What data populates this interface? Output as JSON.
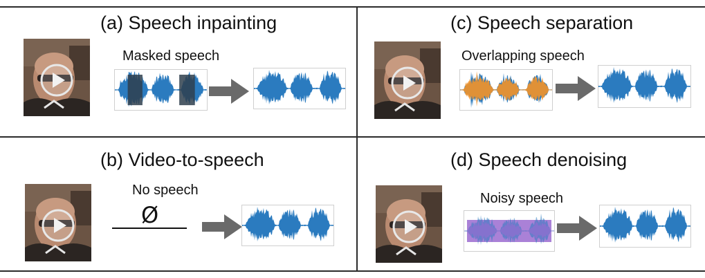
{
  "colors": {
    "speech": "#2b7bbf",
    "overlap": "#f0922b",
    "noise": "#9b6bd0",
    "mask": "#2f3f4d",
    "arrow": "#6a6a6a",
    "frame": "#2a2a2a"
  },
  "icons": [
    "video-play-icon",
    "arrow-right-icon"
  ],
  "panels": {
    "a": {
      "title": "(a) Speech inpainting",
      "caption": "Masked speech"
    },
    "b": {
      "title": "(b) Video-to-speech",
      "caption": "No speech",
      "null_symbol": "Ø"
    },
    "c": {
      "title": "(c) Speech separation",
      "caption": "Overlapping speech"
    },
    "d": {
      "title": "(d) Speech denoising",
      "caption": "Noisy speech"
    }
  }
}
